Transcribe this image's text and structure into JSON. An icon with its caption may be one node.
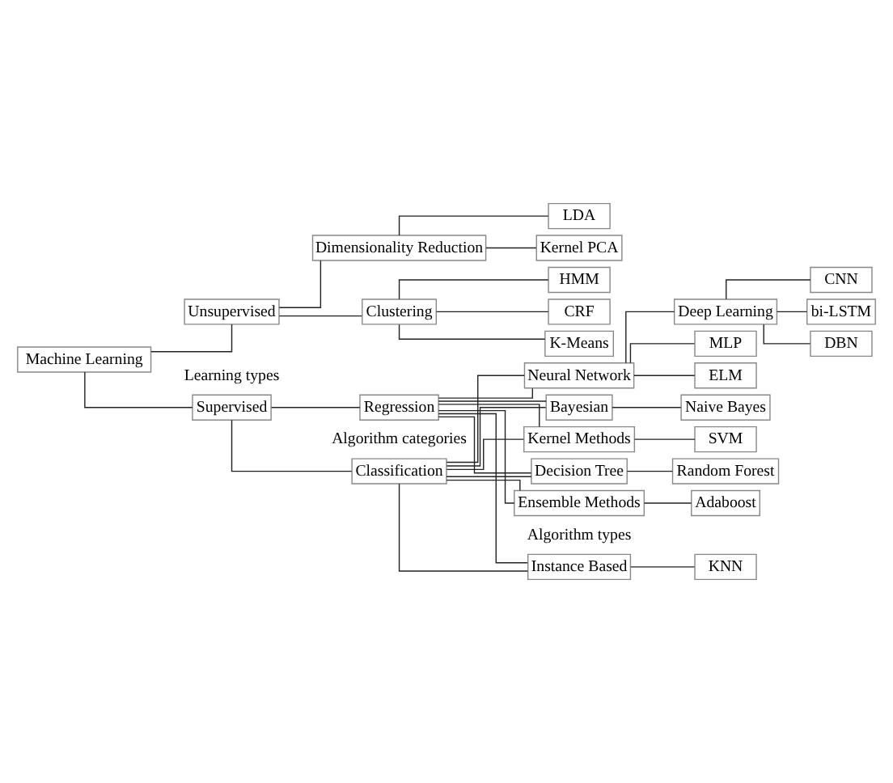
{
  "diagram": {
    "nodes": [
      {
        "text": [
          "Machine Learning"
        ]
      },
      {
        "text": [
          "Supervised"
        ]
      },
      {
        "text": [
          "Classification"
        ]
      },
      {
        "text": [
          "Regression"
        ]
      },
      {
        "text": [
          "Instance Based"
        ]
      },
      {
        "text": [
          "Bayesian"
        ]
      },
      {
        "text": [
          "Kernel Methods"
        ]
      },
      {
        "text": [
          "Decision Tree"
        ]
      },
      {
        "text": [
          "Ensemble Methods"
        ]
      },
      {
        "text": [
          "Neural Network"
        ]
      },
      {
        "text": [
          "KNN"
        ]
      },
      {
        "text": [
          "Naive Bayes"
        ]
      },
      {
        "text": [
          "SVM"
        ]
      },
      {
        "text": [
          "Random Forest"
        ]
      },
      {
        "text": [
          "Adaboost"
        ]
      },
      {
        "text": [
          "MLP"
        ]
      },
      {
        "text": [
          "ELM"
        ]
      },
      {
        "text": [
          "Deep Learning"
        ]
      },
      {
        "text": [
          "CNN"
        ]
      },
      {
        "text": [
          "bi-LSTM"
        ]
      },
      {
        "text": [
          "DBN"
        ]
      },
      {
        "text": [
          "Unsupervised"
        ]
      },
      {
        "text": [
          "Clustering"
        ]
      },
      {
        "text": [
          "Dimensionality Reduction"
        ]
      },
      {
        "text": [
          "K-Means"
        ]
      },
      {
        "text": [
          "HMM"
        ]
      },
      {
        "text": [
          "CRF"
        ]
      },
      {
        "text": [
          "Kernel PCA"
        ]
      },
      {
        "text": [
          "LDA"
        ]
      }
    ],
    "edges": [
      {
        "from": 0,
        "to": 1,
        "arrow": "none"
      },
      {
        "from": 0,
        "to": 21,
        "arrow": "none"
      },
      {
        "from": 1,
        "to": 2,
        "arrow": "none"
      },
      {
        "from": 1,
        "to": 3,
        "arrow": "none"
      },
      {
        "from": 2,
        "to": 4,
        "arrow": "none"
      },
      {
        "from": 2,
        "to": 5,
        "arrow": "none"
      },
      {
        "from": 2,
        "to": 6,
        "arrow": "none"
      },
      {
        "from": 2,
        "to": 7,
        "arrow": "none"
      },
      {
        "from": 2,
        "to": 8,
        "arrow": "none"
      },
      {
        "from": 2,
        "to": 9,
        "arrow": "none"
      },
      {
        "from": 3,
        "to": 4,
        "arrow": "none"
      },
      {
        "from": 3,
        "to": 5,
        "arrow": "none"
      },
      {
        "from": 3,
        "to": 6,
        "arrow": "none"
      },
      {
        "from": 3,
        "to": 7,
        "arrow": "none"
      },
      {
        "from": 3,
        "to": 8,
        "arrow": "none"
      },
      {
        "from": 3,
        "to": 9,
        "arrow": "none"
      },
      {
        "from": 4,
        "to": 10,
        "arrow": "none"
      },
      {
        "from": 5,
        "to": 11,
        "arrow": "none"
      },
      {
        "from": 6,
        "to": 12,
        "arrow": "none"
      },
      {
        "from": 7,
        "to": 13,
        "arrow": "none"
      },
      {
        "from": 8,
        "to": 14,
        "arrow": "none"
      },
      {
        "from": 9,
        "to": 15,
        "arrow": "none"
      },
      {
        "from": 9,
        "to": 16,
        "arrow": "none"
      },
      {
        "from": 9,
        "to": 17,
        "arrow": "none"
      },
      {
        "from": 17,
        "to": 18,
        "arrow": "none"
      },
      {
        "from": 17,
        "to": 19,
        "arrow": "none"
      },
      {
        "from": 17,
        "to": 20,
        "arrow": "none"
      },
      {
        "from": 21,
        "to": 22,
        "arrow": "none"
      },
      {
        "from": 21,
        "to": 23,
        "arrow": "none"
      },
      {
        "from": 22,
        "to": 24,
        "arrow": "none"
      },
      {
        "from": 22,
        "to": 25,
        "arrow": "none"
      },
      {
        "from": 22,
        "to": 26,
        "arrow": "none"
      },
      {
        "from": 23,
        "to": 27,
        "arrow": "none"
      },
      {
        "from": 23,
        "to": 28,
        "arrow": "none"
      }
    ],
    "labels": [
      "Learning types",
      "Algorithm categories",
      "Algorithm types"
    ]
  }
}
